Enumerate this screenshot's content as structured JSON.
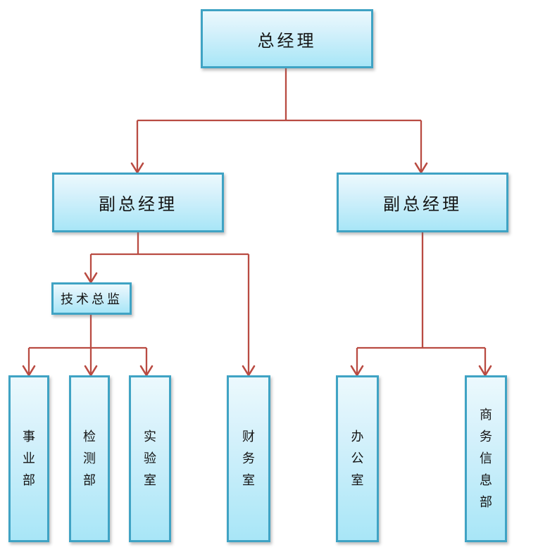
{
  "chart": {
    "type": "org-chart",
    "colors": {
      "node_border": "#3fa3c4",
      "node_fill_top": "#ecf9fd",
      "node_fill_bottom": "#a8e6f7",
      "connector": "#b94b42",
      "text": "#141414",
      "background": "#ffffff"
    },
    "nodes": [
      {
        "id": "general-manager",
        "label": "总经理",
        "level": 1
      },
      {
        "id": "deputy-general-manager-left",
        "label": "副总经理",
        "level": 2
      },
      {
        "id": "deputy-general-manager-right",
        "label": "副总经理",
        "level": 2
      },
      {
        "id": "technical-director",
        "label": "技术总监",
        "level": 3
      },
      {
        "id": "business-division",
        "label": "事业部",
        "level": 4
      },
      {
        "id": "testing-department",
        "label": "检测部",
        "level": 4
      },
      {
        "id": "laboratory",
        "label": "实验室",
        "level": 4
      },
      {
        "id": "finance-office",
        "label": "财务室",
        "level": 4
      },
      {
        "id": "general-office",
        "label": "办公室",
        "level": 4
      },
      {
        "id": "business-information-department",
        "label": "商务信息部",
        "level": 4
      }
    ],
    "edges": [
      {
        "from": "general-manager",
        "to": "deputy-general-manager-left"
      },
      {
        "from": "general-manager",
        "to": "deputy-general-manager-right"
      },
      {
        "from": "deputy-general-manager-left",
        "to": "technical-director"
      },
      {
        "from": "deputy-general-manager-left",
        "to": "finance-office"
      },
      {
        "from": "technical-director",
        "to": "business-division"
      },
      {
        "from": "technical-director",
        "to": "testing-department"
      },
      {
        "from": "technical-director",
        "to": "laboratory"
      },
      {
        "from": "deputy-general-manager-right",
        "to": "general-office"
      },
      {
        "from": "deputy-general-manager-right",
        "to": "business-information-department"
      }
    ]
  }
}
